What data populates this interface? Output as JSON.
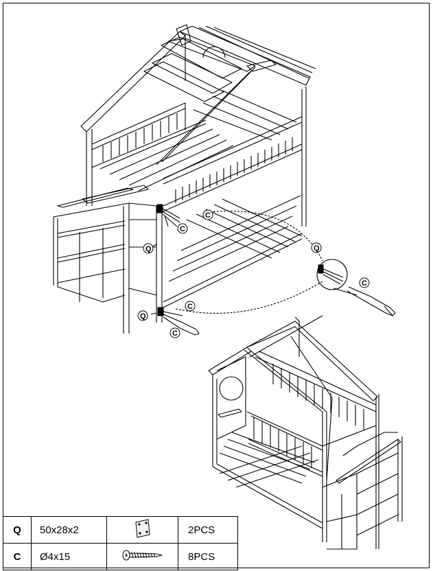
{
  "callouts": {
    "q": "Q",
    "c": "C"
  },
  "parts": [
    {
      "code": "Q",
      "size": "50x28x2",
      "qty": "2PCS",
      "icon": "plate-icon"
    },
    {
      "code": "C",
      "size": "Ø4x15",
      "qty": "8PCS",
      "icon": "screw-icon"
    }
  ]
}
